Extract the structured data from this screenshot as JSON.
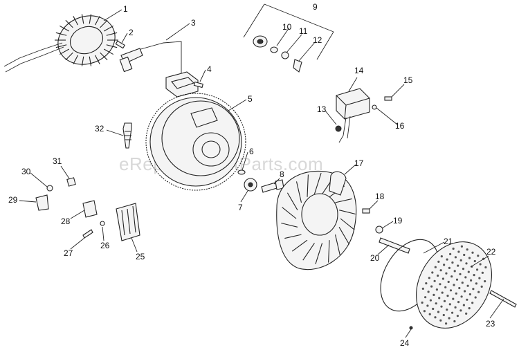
{
  "watermark": "eReplacementParts.com",
  "callouts": [
    "1",
    "2",
    "3",
    "4",
    "5",
    "6",
    "7",
    "8",
    "9",
    "10",
    "11",
    "12",
    "13",
    "14",
    "15",
    "16",
    "17",
    "18",
    "19",
    "20",
    "21",
    "22",
    "23",
    "24",
    "25",
    "26",
    "27",
    "28",
    "29",
    "30",
    "31",
    "32"
  ]
}
